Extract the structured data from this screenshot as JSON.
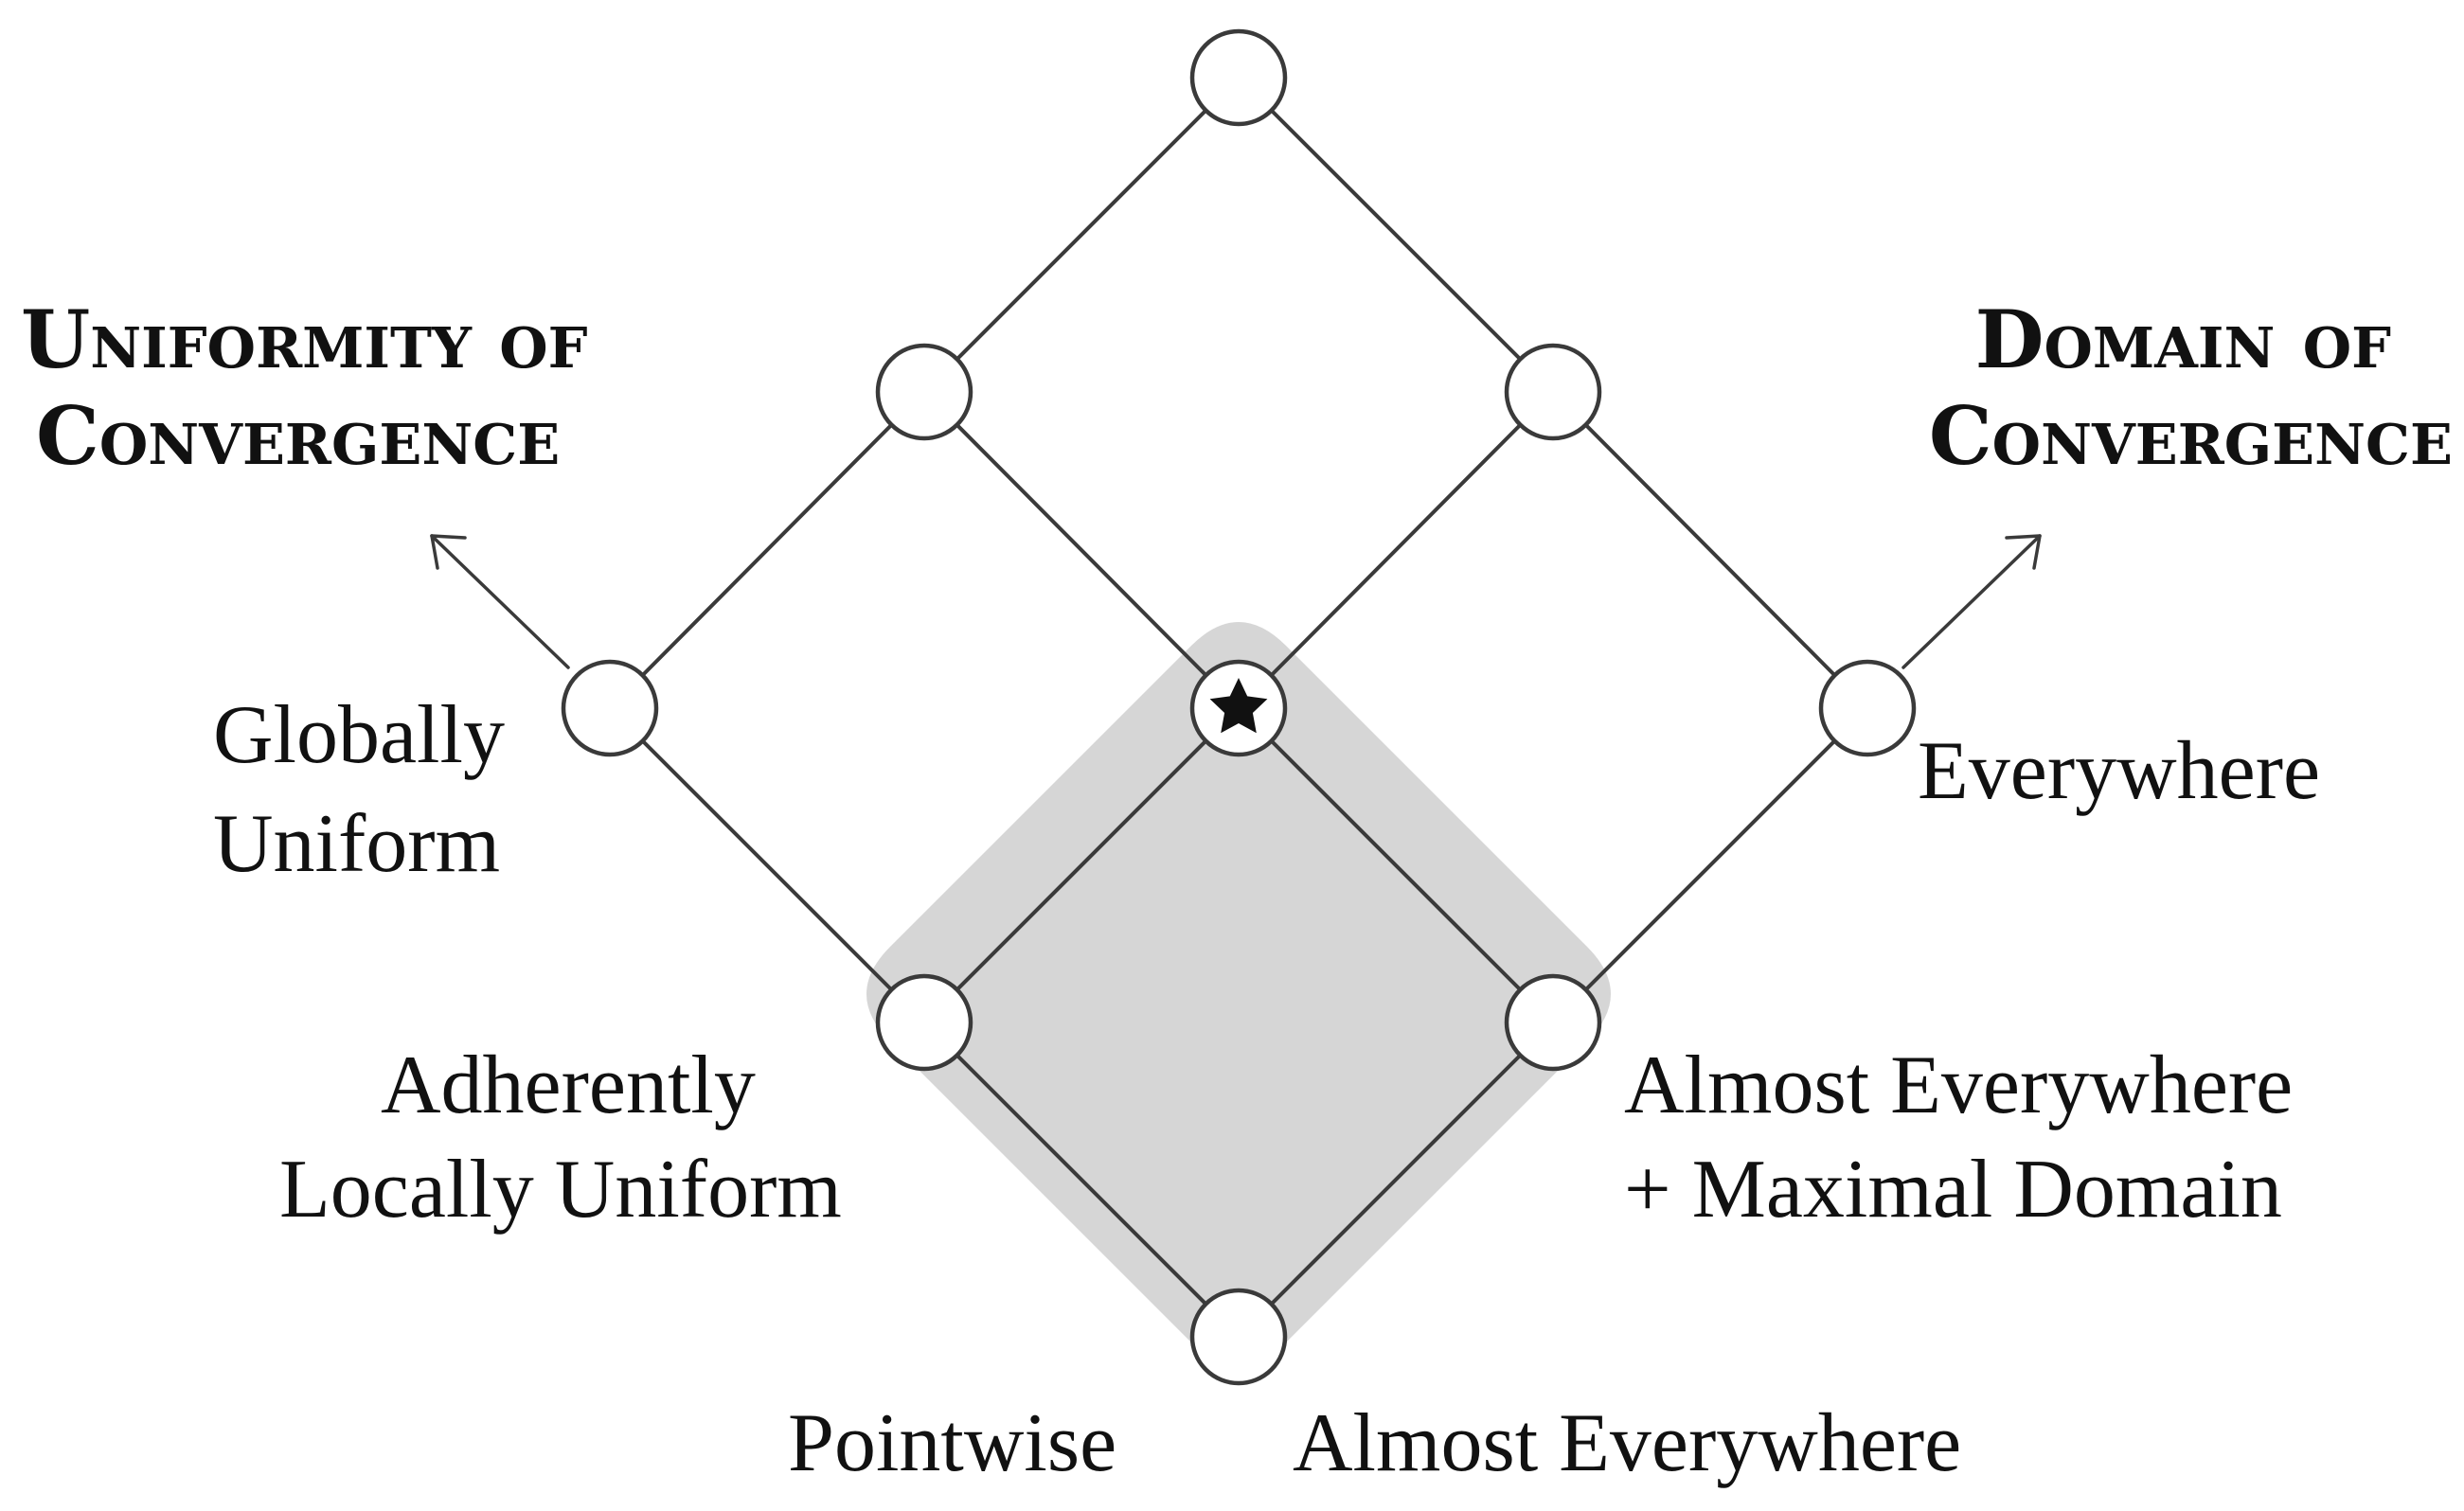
{
  "headings": {
    "uniformity_line1": "Uniformity of",
    "uniformity_line2": "Convergence",
    "domain_line1": "Domain of",
    "domain_line2": "Convergence"
  },
  "uniformity_labels": {
    "globally_line1": "Globally",
    "globally_line2": "Uniform",
    "adherently_line1": "Adherently",
    "adherently_line2": "Locally Uniform",
    "pointwise": "Pointwise"
  },
  "domain_labels": {
    "everywhere": "Everywhere",
    "almost_max_line1": "Almost Everywhere",
    "almost_max_line2": "+ Maximal Domain",
    "almost_everywhere": "Almost Everywhere"
  },
  "colors": {
    "highlight": "#d6d6d6",
    "line": "#3a3a3a",
    "text": "#111111"
  },
  "icons": {
    "marked_node": "star-icon"
  }
}
